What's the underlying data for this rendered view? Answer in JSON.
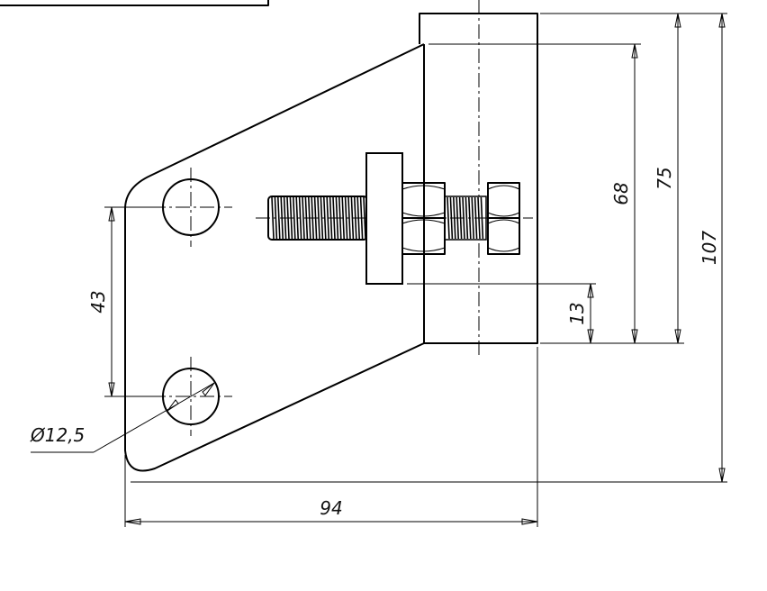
{
  "drawing": {
    "dimensions": {
      "width_bottom": "94",
      "hole_spacing": "43",
      "hole_diameter": "Ø12,5",
      "bolt_offset": "13",
      "clamp_inner": "68",
      "clamp_outer": "75",
      "total_height": "107"
    }
  }
}
